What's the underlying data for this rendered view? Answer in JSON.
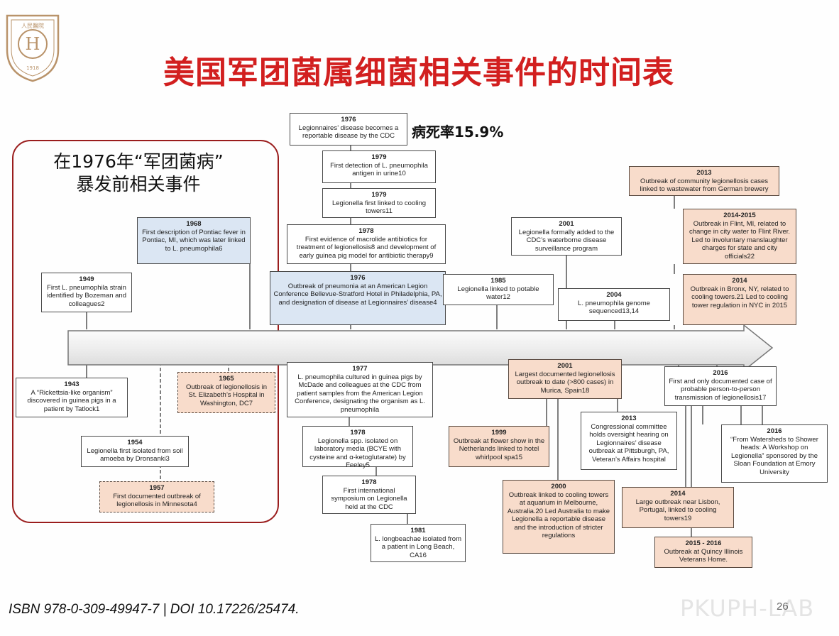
{
  "title": "美国军团菌属细菌相关事件的时间表",
  "case_fatality": "病死率15.9%",
  "prior_events_label_line1": "在1976年“军团菌病”",
  "prior_events_label_line2": "暴发前相关事件",
  "logo": {
    "text_top": "人民醫院",
    "year": "1918",
    "monogram": "H"
  },
  "events": {
    "e1976a": {
      "year": "1976",
      "text": "Legionnaires’ disease becomes a reportable disease by the CDC"
    },
    "e1979a": {
      "year": "1979",
      "text": "First detection of L. pneumophila antigen in urine10"
    },
    "e1979b": {
      "year": "1979",
      "text": "Legionella first linked to cooling towers11"
    },
    "e1978a": {
      "year": "1978",
      "text": "First evidence of macrolide antibiotics for treatment of legionellosis8 and development of early guinea pig model for antibiotic therapy9"
    },
    "e1976b": {
      "year": "1976",
      "text": "Outbreak of pneumonia at an American Legion Conference Bellevue-Stratford Hotel in Philadelphia, PA, and designation of disease at Legionnaires’ disease4"
    },
    "e1968": {
      "year": "1968",
      "text": "First description of Pontiac fever in Pontiac, MI, which was later linked to L. pneumophila6"
    },
    "e1949": {
      "year": "1949",
      "text": "First L. pneumophila strain identified by Bozeman and colleagues2"
    },
    "e1943": {
      "year": "1943",
      "text": "A “Rickettsia-like organism” discovered in guinea pigs in a patient by Tatlock1"
    },
    "e1965": {
      "year": "1965",
      "text": "Outbreak of legionellosis in St. Elizabeth’s Hospital in Washington, DC7"
    },
    "e1954": {
      "year": "1954",
      "text": "Legionella first isolated from soil amoeba by Dronsanki3"
    },
    "e1957": {
      "year": "1957",
      "text": "First documented outbreak of legionellosis in Minnesota4"
    },
    "e1977": {
      "year": "1977",
      "text": "L. pneumophila cultured in guinea pigs by McDade and colleagues at the CDC from patient samples from the American Legion Conference, designating the organism as L. pneumophila"
    },
    "e1978b": {
      "year": "1978",
      "text": "Legionella spp. isolated on laboratory media (BCYE with cysteine and α-ketoglutarate) by Feeley5"
    },
    "e1978c": {
      "year": "1978",
      "text": "First international symposium on Legionella held at the CDC"
    },
    "e1981": {
      "year": "1981",
      "text": "L. longbeachae isolated from a patient in Long Beach, CA16"
    },
    "e1985": {
      "year": "1985",
      "text": "Legionella linked to potable water12"
    },
    "e2001a": {
      "year": "2001",
      "text": "Legionella formally added to the CDC’s waterborne disease surveillance program"
    },
    "e2004": {
      "year": "2004",
      "text": "L. pneumophila genome sequenced13,14"
    },
    "e2013a": {
      "year": "2013",
      "text": "Outbreak of community legionellosis cases linked to wastewater from German brewery"
    },
    "e2014a": {
      "year": "2014-2015",
      "text": "Outbreak in Flint, MI, related to change in city water to Flint River. Led to involuntary manslaughter charges for state and city officials22"
    },
    "e2014b": {
      "year": "2014",
      "text": "Outbreak in Bronx, NY, related to cooling towers.21 Led to cooling tower regulation in NYC in 2015"
    },
    "e2001b": {
      "year": "2001",
      "text": "Largest documented legionellosis outbreak to date (>800 cases) in Murica, Spain18"
    },
    "e1999": {
      "year": "1999",
      "text": "Outbreak at flower show in the Netherlands linked to hotel whirlpool spa15"
    },
    "e2000": {
      "year": "2000",
      "text": "Outbreak linked to cooling towers at aquarium in Melbourne, Australia.20 Led Australia to make Legionella a reportable disease and the introduction of stricter regulations"
    },
    "e2013b": {
      "year": "2013",
      "text": "Congressional committee holds oversight hearing on Legionnaires’ disease outbreak at Pittsburgh, PA, Veteran’s Affairs hospital"
    },
    "e2016a": {
      "year": "2016",
      "text": "First and only documented case of probable person-to-person transmission of legionellosis17"
    },
    "e2016b": {
      "year": "2016",
      "text": "“From Watersheds to Shower heads: A Workshop on Legionella” sponsored by the Sloan Foundation at Emory University"
    },
    "e2014c": {
      "year": "2014",
      "text": "Large outbreak near Lisbon, Portugal, linked to cooling towers19"
    },
    "e2015": {
      "year": "2015 - 2016",
      "text": "Outbreak at Quincy Illinois Veterans Home."
    }
  },
  "footer": "ISBN 978-0-309-49947-7 | DOI 10.17226/25474.",
  "page_number": "26",
  "watermark": "PKUPH-LAB"
}
